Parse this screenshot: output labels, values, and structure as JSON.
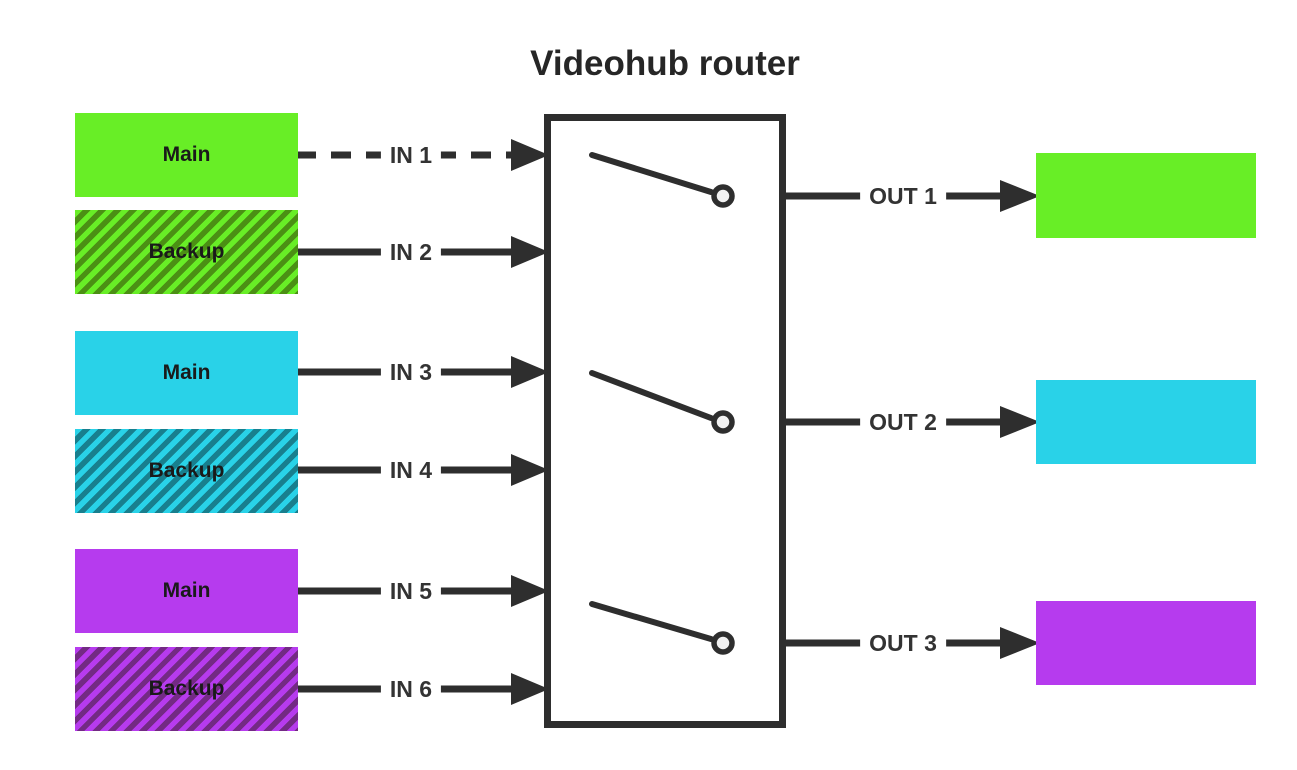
{
  "title": "Videohub router",
  "colors": {
    "stroke": "#2e2e2e",
    "title_text": "#262626",
    "link_label_text": "#333333",
    "box_label_text": "#1a1a1a",
    "switch_contact_fill": "#f2f2f2",
    "green": "#68ee26",
    "green_stripe": "#4b9014",
    "cyan": "#29d2e8",
    "cyan_stripe": "#187f8e",
    "purple": "#b63bee",
    "purple_stripe": "#732a84"
  },
  "source_groups": [
    {
      "main_label": "Main",
      "backup_label": "Backup",
      "color_key": "green"
    },
    {
      "main_label": "Main",
      "backup_label": "Backup",
      "color_key": "cyan"
    },
    {
      "main_label": "Main",
      "backup_label": "Backup",
      "color_key": "purple"
    }
  ],
  "inputs": [
    {
      "label": "IN 1",
      "line": "dashed"
    },
    {
      "label": "IN 2",
      "line": "solid"
    },
    {
      "label": "IN 3",
      "line": "solid"
    },
    {
      "label": "IN 4",
      "line": "solid"
    },
    {
      "label": "IN 5",
      "line": "solid"
    },
    {
      "label": "IN 6",
      "line": "solid"
    }
  ],
  "outputs": [
    {
      "label": "OUT 1",
      "color_key": "green"
    },
    {
      "label": "OUT 2",
      "color_key": "cyan"
    },
    {
      "label": "OUT 3",
      "color_key": "purple"
    }
  ]
}
